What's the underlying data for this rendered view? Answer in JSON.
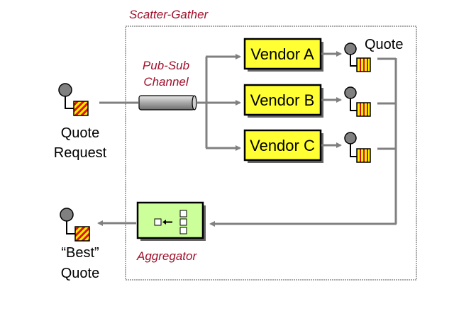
{
  "title": "Scatter-Gather",
  "channel": {
    "label_line1": "Pub-Sub",
    "label_line2": "Channel"
  },
  "request": {
    "label_line1": "Quote",
    "label_line2": "Request",
    "icon": "message-icon-diagonal-stripes"
  },
  "vendors": [
    {
      "label": "Vendor A"
    },
    {
      "label": "Vendor B"
    },
    {
      "label": "Vendor C"
    }
  ],
  "quote_label": "Quote",
  "aggregator": {
    "label": "Aggregator",
    "icon": "aggregator-icon"
  },
  "result": {
    "label_line1": "“Best”",
    "label_line2": "Quote",
    "icon": "message-icon-diagonal-stripes"
  },
  "colors": {
    "title_red": "#a0102a",
    "vendor_fill": "#ffff33",
    "aggregator_fill": "#ccff99",
    "arrow_gray": "#808080",
    "message_red": "#e01010",
    "message_yellow": "#ffee00",
    "circle_gray": "#808080"
  }
}
